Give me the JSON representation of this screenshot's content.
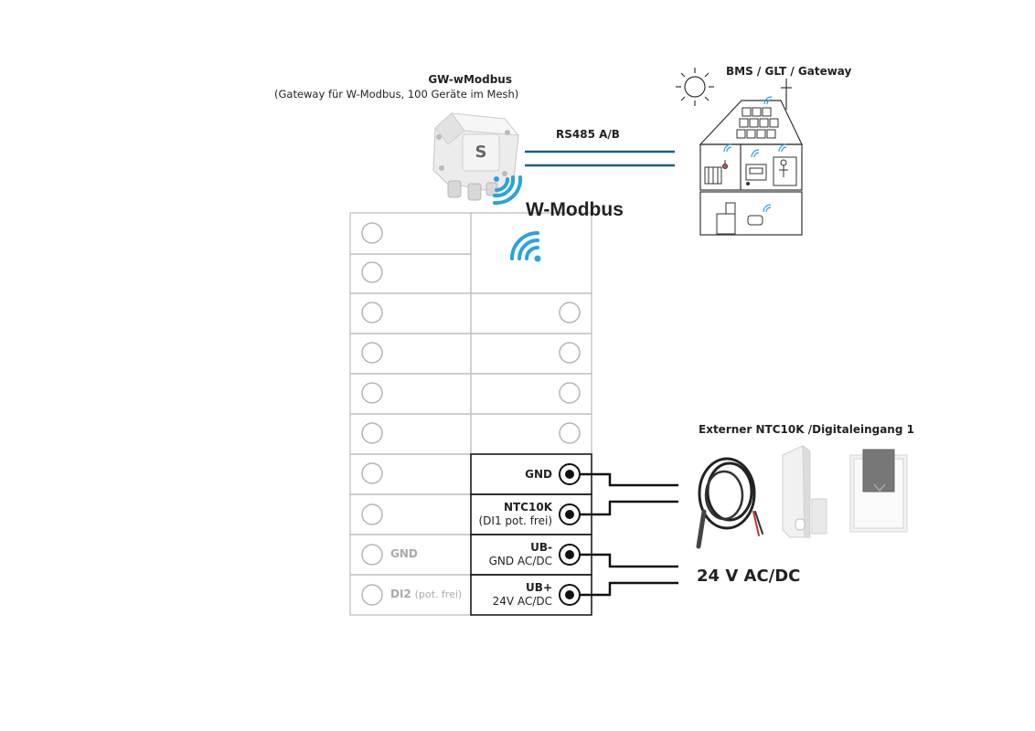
{
  "gateway": {
    "title": "GW-wModbus",
    "subtitle": "(Gateway für W-Modbus, 100 Geräte im Mesh)"
  },
  "bus_label": "RS485 A/B",
  "bms_label": "BMS / GLT / Gateway",
  "wmodbus_label": "W-Modbus",
  "external_label": "Externer NTC10K /Digitaleingang 1",
  "supply_label": "24 V AC/DC",
  "terminals": {
    "gnd": "GND",
    "ntc_main": "NTC10K",
    "ntc_sub": "(DI1 pot. frei)",
    "ub_minus_main": "UB-",
    "ub_minus_sub": "GND AC/DC",
    "ub_plus_main": "UB+",
    "ub_plus_sub": "24V AC/DC"
  },
  "left_terminals": {
    "gnd": "GND",
    "di2_main": "DI2",
    "di2_sub": "(pot. frei)"
  },
  "colors": {
    "accent_blue": "#29a3dc",
    "bus_line": "#1f5f86",
    "grid_gray": "#c8c8c8"
  }
}
